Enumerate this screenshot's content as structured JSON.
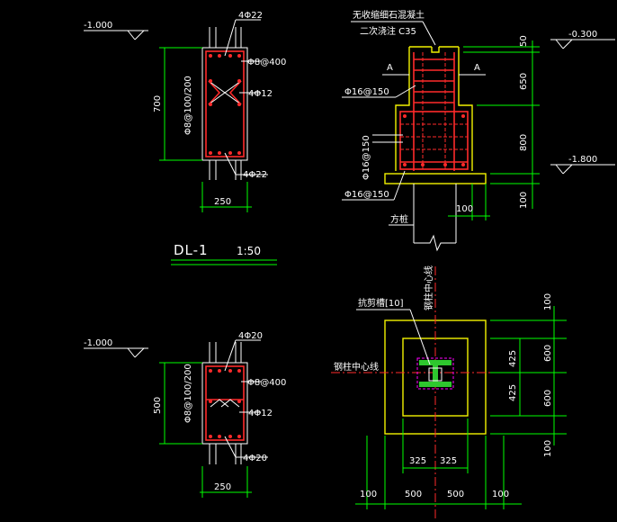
{
  "beam1": {
    "elevation": "-1.000",
    "top_rebar": "4Φ22",
    "stirrup_main": "Φ8@400",
    "middle_rebar": "4Φ12",
    "bottom_rebar": "4Φ22",
    "stirrup_side": "Φ8@100/200",
    "height": "700",
    "width": "250"
  },
  "beam_title": {
    "name": "DL-1",
    "scale": "1:50"
  },
  "beam2": {
    "elevation": "-1.000",
    "top_rebar": "4Φ20",
    "stirrup_main": "Φ8@400",
    "middle_rebar": "4Φ12",
    "bottom_rebar": "4Φ20",
    "stirrup_side": "Φ8@100/200",
    "height": "500",
    "width": "250"
  },
  "pier_section": {
    "note_line1": "无收缩细石混凝土",
    "note_line2": "二次浇注 C35",
    "section_mark_left": "A",
    "section_mark_right": "A",
    "elev_top": "-0.300",
    "elev_bottom": "-1.800",
    "dim_top": "50",
    "dim_middle": "650",
    "dim_lower": "800",
    "dim_bottom": "100",
    "dim_pile": "100",
    "rebar_1": "Φ16@150",
    "rebar_2": "Φ16@150",
    "rebar_3": "Φ16@150",
    "pile_label": "方桩"
  },
  "plan_view": {
    "shear_key_label": "抗剪槽[10]",
    "column_axis_vertical": "钢柱中心线",
    "column_axis_horizontal": "钢柱中心线",
    "right_dims": [
      "100",
      "600",
      "600",
      "100"
    ],
    "inner_dims": [
      "425",
      "425"
    ],
    "inner_bottom_dims": [
      "325",
      "325"
    ],
    "bottom_dims": [
      "100",
      "500",
      "500",
      "100"
    ]
  },
  "colors": {
    "background": "#000000",
    "dimension": "#00ff00",
    "rebar": "#ff2a2a",
    "outline": "#f2f200",
    "shear_key": "#ff00ff"
  }
}
